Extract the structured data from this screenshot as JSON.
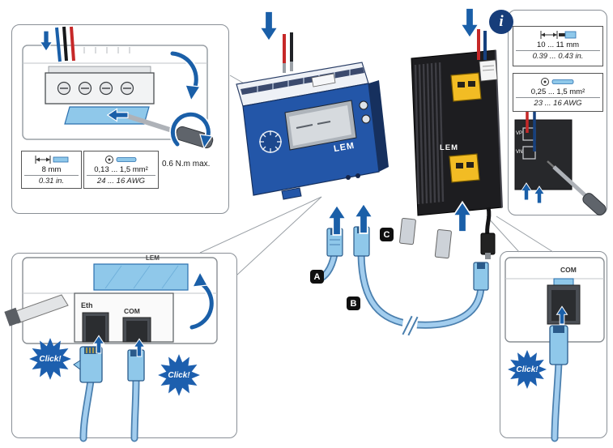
{
  "wire_prep_panel": {
    "strip_length": "8 mm",
    "strip_length_alt": "0.31 in.",
    "cross_section": "0,13 ... 1,5 mm²",
    "cross_section_alt": "24 ... 16 AWG",
    "torque_max": "0.6 N.m max."
  },
  "info_panel": {
    "icon": "i",
    "strip_length": "10 ... 11 mm",
    "strip_length_alt": "0.39 ... 0.43 in.",
    "cross_section": "0,25 ... 1,5 mm²",
    "cross_section_alt": "23 ... 16 AWG",
    "terminal_vp": "VP",
    "terminal_vn": "VN"
  },
  "devices": {
    "meter_brand": "LEM",
    "sensor_brand": "LEM"
  },
  "connection_panel": {
    "brand": "LEM",
    "eth_port": "Eth",
    "com_port": "COM",
    "click_eth": "Click!",
    "click_com": "Click!"
  },
  "com_panel": {
    "com_port": "COM",
    "click": "Click!"
  },
  "cable_labels": {
    "a": "A",
    "b": "B",
    "c": "C"
  },
  "colors": {
    "arrow_blue": "#1a5fa8",
    "meter_blue": "#2356a8",
    "cable_light_blue": "#8fc8ea",
    "connector_yellow": "#f2bc24",
    "wire_red": "#c62828",
    "info_navy": "#173d7a"
  }
}
